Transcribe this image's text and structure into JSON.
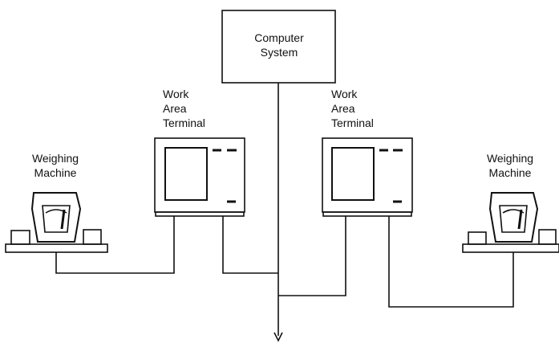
{
  "computer_system": {
    "line1": "Computer",
    "line2": "System"
  },
  "terminals": [
    {
      "line1": "Work",
      "line2": "Area",
      "line3": "Terminal"
    },
    {
      "line1": "Work",
      "line2": "Area",
      "line3": "Terminal"
    }
  ],
  "weighing_machines": [
    {
      "line1": "Weighing",
      "line2": "Machine"
    },
    {
      "line1": "Weighing",
      "line2": "Machine"
    }
  ]
}
